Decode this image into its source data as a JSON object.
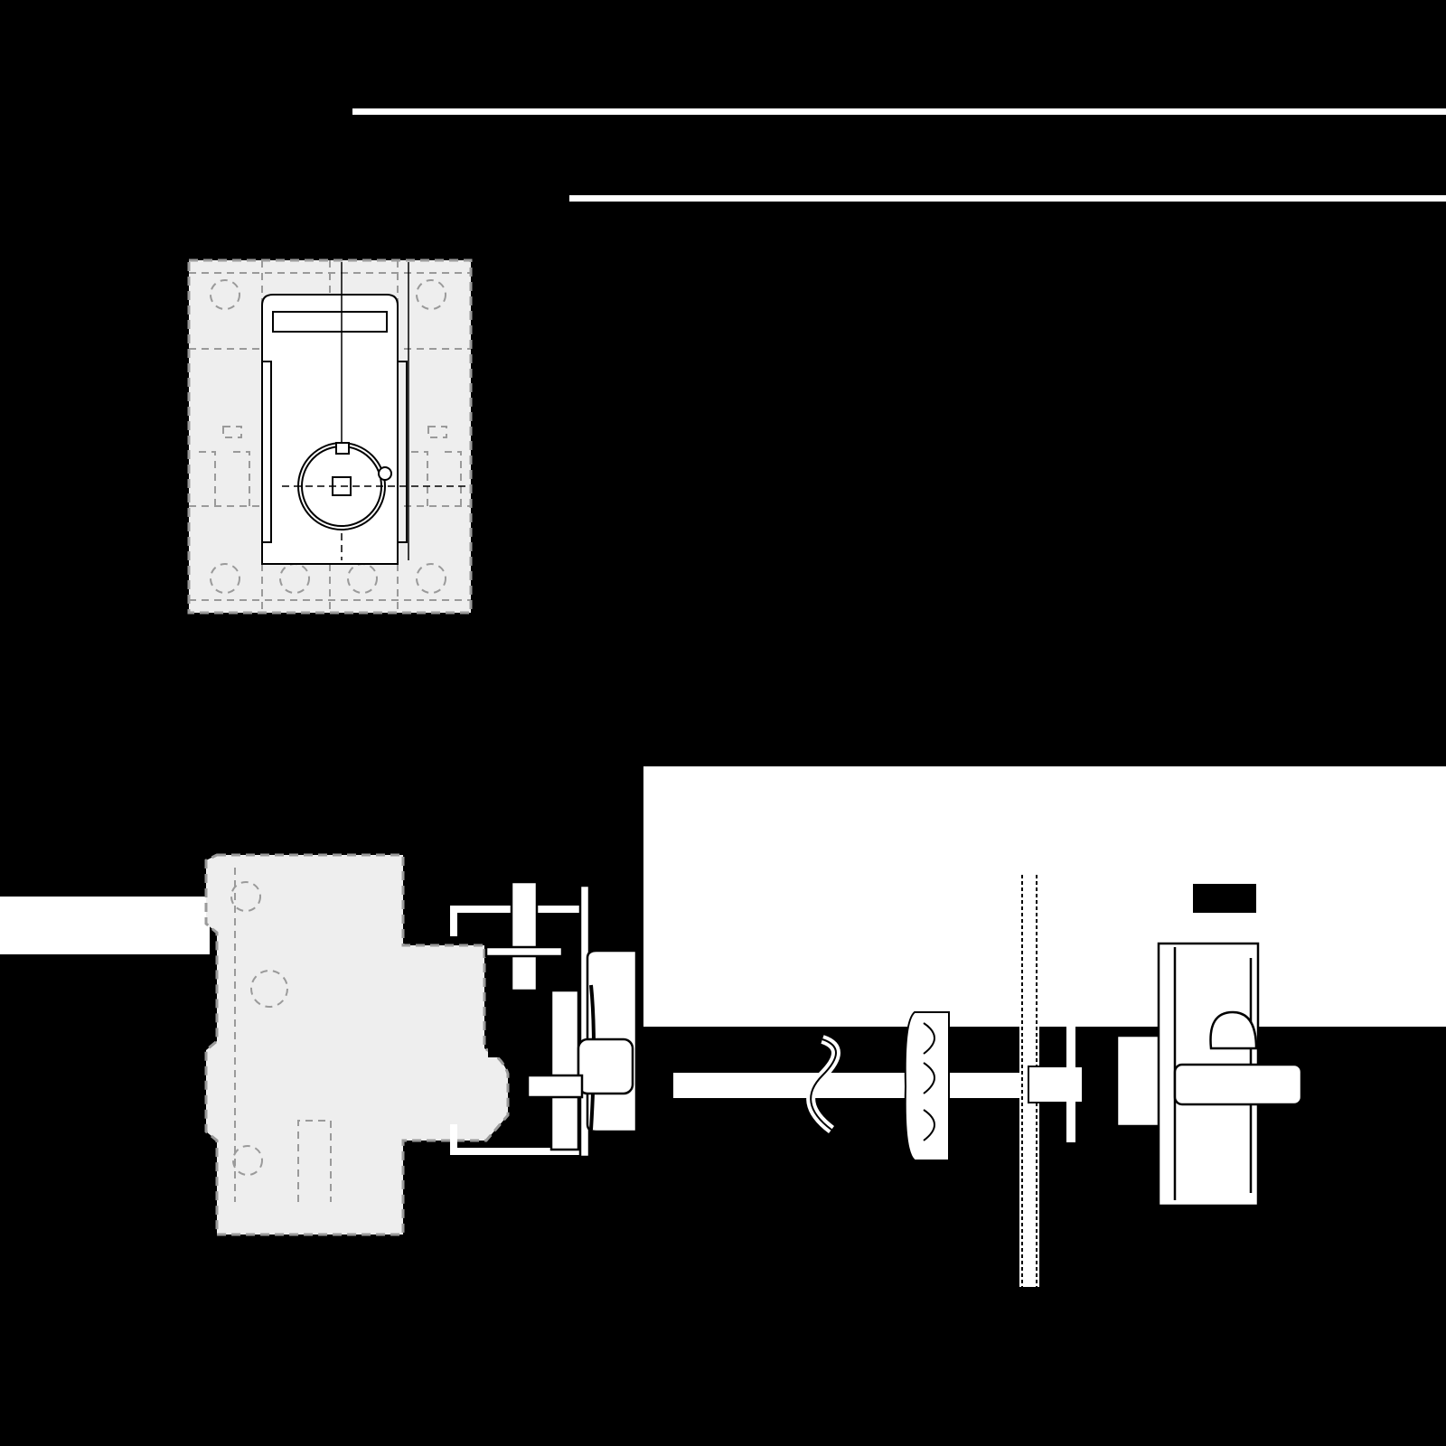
{
  "diagram": {
    "colors": {
      "background": "#000000",
      "line": "#ffffff",
      "hidden_line": "#9a9a9a",
      "ghost_fill": "#eeeeee",
      "part_fill": "#ffffff"
    },
    "views": [
      {
        "name": "front-view-breaker-with-adapter",
        "line_style": "solid+dashed"
      },
      {
        "name": "side-view-door-mounted-handle-assembly",
        "line_style": "solid+dashed"
      }
    ],
    "dimension_labels": [
      "",
      "",
      "",
      "",
      "",
      "",
      "",
      "",
      "",
      "",
      "",
      ""
    ],
    "parts": [
      "breaker-outline",
      "shaft-adapter-bracket",
      "extension-shaft",
      "shaft-support",
      "door-panel",
      "handle-gasket",
      "rotary-handle"
    ]
  }
}
